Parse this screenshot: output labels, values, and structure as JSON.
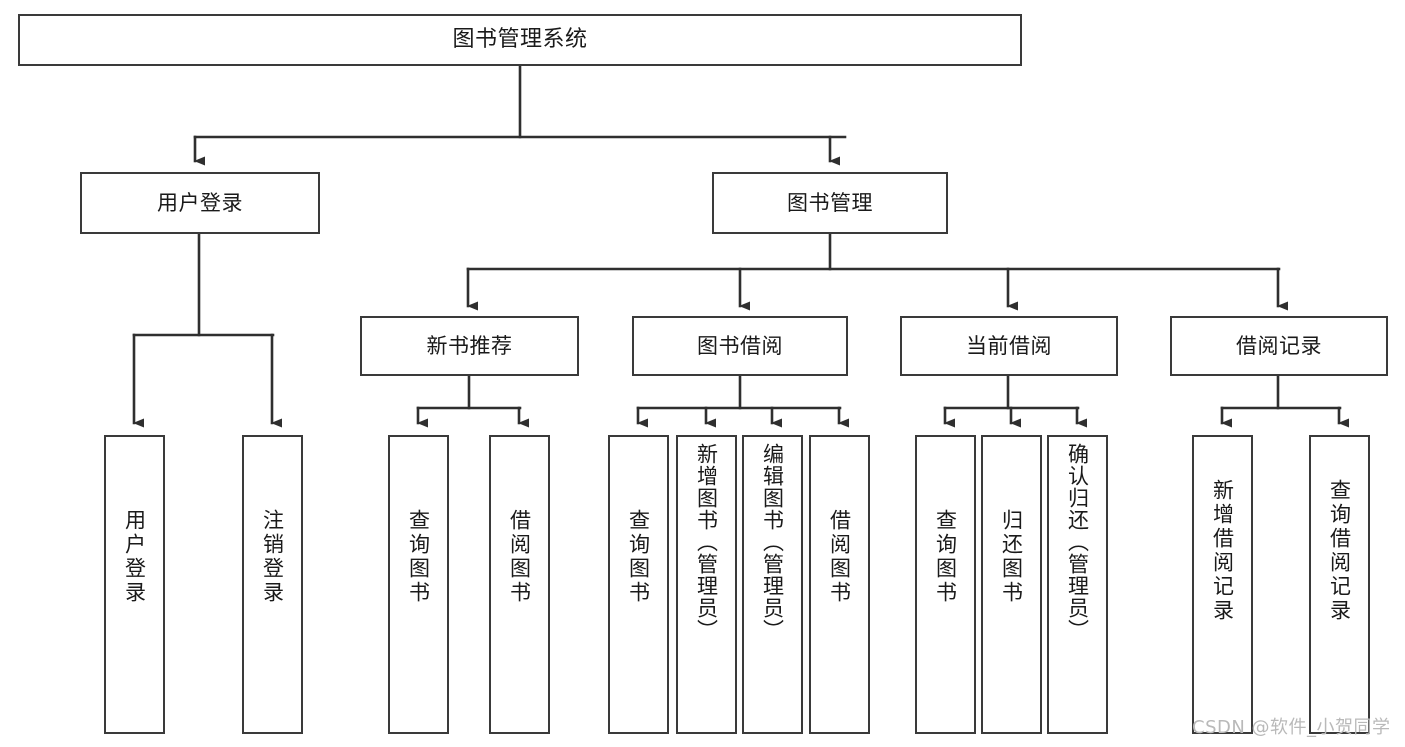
{
  "diagram": {
    "title": "图书管理系统",
    "type": "tree",
    "orientation": "top-down",
    "colors": {
      "node_border": "#3a3a3a",
      "node_fill": "#ffffff",
      "edge": "#2f2f2f",
      "text": "#1a1a1a",
      "watermark": "#b9b9b9",
      "background": "#ffffff"
    },
    "watermark": "CSDN @软件_小贺同学",
    "nodes": {
      "root": {
        "id": "root",
        "label": "图书管理系统",
        "level": 0,
        "writing_mode": "horizontal"
      },
      "level1": [
        {
          "id": "user-login",
          "label": "用户登录",
          "level": 1,
          "writing_mode": "horizontal"
        },
        {
          "id": "book-manage",
          "label": "图书管理",
          "level": 1,
          "writing_mode": "horizontal"
        }
      ],
      "level2": [
        {
          "id": "new-book-recommend",
          "label": "新书推荐",
          "level": 2,
          "parent": "book-manage",
          "writing_mode": "horizontal"
        },
        {
          "id": "book-borrow",
          "label": "图书借阅",
          "level": 2,
          "parent": "book-manage",
          "writing_mode": "horizontal"
        },
        {
          "id": "current-borrow",
          "label": "当前借阅",
          "level": 2,
          "parent": "book-manage",
          "writing_mode": "horizontal"
        },
        {
          "id": "borrow-record",
          "label": "借阅记录",
          "level": 2,
          "parent": "book-manage",
          "writing_mode": "horizontal"
        }
      ],
      "leaves": [
        {
          "id": "leaf-user-login",
          "label": "用户登录",
          "parent": "user-login",
          "writing_mode": "vertical"
        },
        {
          "id": "leaf-user-logout",
          "label": "注销登录",
          "parent": "user-login",
          "writing_mode": "vertical"
        },
        {
          "id": "leaf-query-book-new",
          "label": "查询图书",
          "parent": "new-book-recommend",
          "writing_mode": "vertical"
        },
        {
          "id": "leaf-borrow-book-new",
          "label": "借阅图书",
          "parent": "new-book-recommend",
          "writing_mode": "vertical"
        },
        {
          "id": "leaf-query-book-borrow",
          "label": "查询图书",
          "parent": "book-borrow",
          "writing_mode": "vertical"
        },
        {
          "id": "leaf-add-book-admin",
          "label": "新增图书（管理员）",
          "parent": "book-borrow",
          "writing_mode": "vertical"
        },
        {
          "id": "leaf-edit-book-admin",
          "label": "编辑图书（管理员）",
          "parent": "book-borrow",
          "writing_mode": "vertical"
        },
        {
          "id": "leaf-borrow-book",
          "label": "借阅图书",
          "parent": "book-borrow",
          "writing_mode": "vertical"
        },
        {
          "id": "leaf-query-book-current",
          "label": "查询图书",
          "parent": "current-borrow",
          "writing_mode": "vertical"
        },
        {
          "id": "leaf-return-book",
          "label": "归还图书",
          "parent": "current-borrow",
          "writing_mode": "vertical"
        },
        {
          "id": "leaf-confirm-return-admin",
          "label": "确认归还（管理员）",
          "parent": "current-borrow",
          "writing_mode": "vertical"
        },
        {
          "id": "leaf-add-borrow-record",
          "label": "新增借阅记录",
          "parent": "borrow-record",
          "writing_mode": "vertical"
        },
        {
          "id": "leaf-query-borrow-record",
          "label": "查询借阅记录",
          "parent": "borrow-record",
          "writing_mode": "vertical"
        }
      ]
    }
  }
}
